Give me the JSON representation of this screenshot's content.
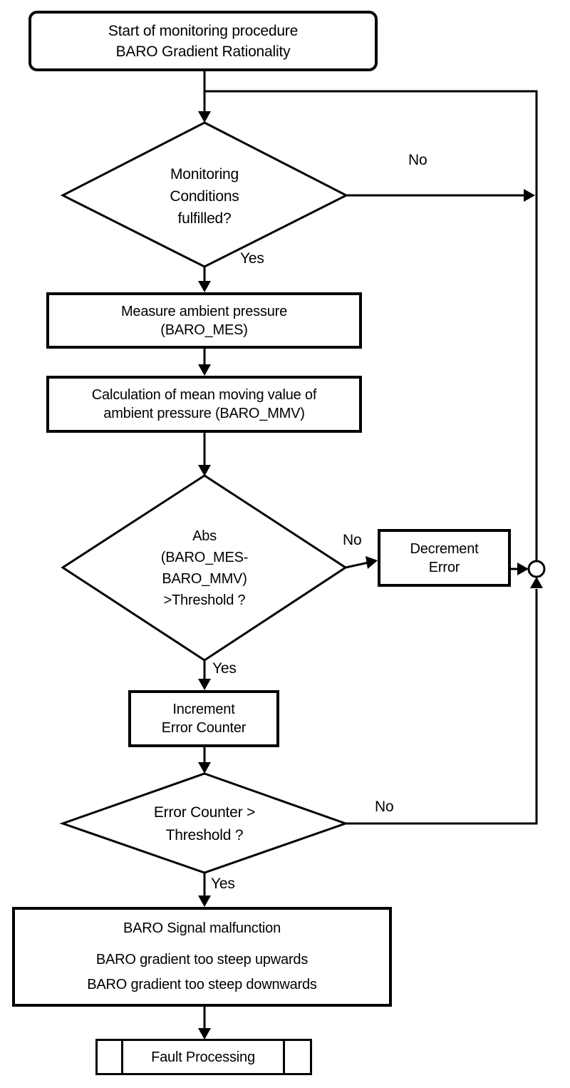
{
  "figure": {
    "background": "#ffffff",
    "line_color": "#000000",
    "text_color": "#000000"
  },
  "nodes": {
    "start": {
      "shape": "rounded-rect",
      "lines": [
        "Start of monitoring procedure",
        "BARO Gradient Rationality"
      ]
    },
    "monitoring_decision": {
      "shape": "diamond",
      "lines": [
        "Monitoring",
        "Conditions",
        "fulfilled?"
      ]
    },
    "measure": {
      "shape": "rect",
      "lines": [
        "Measure ambient pressure",
        "(BARO_MES)"
      ]
    },
    "calculation": {
      "shape": "rect",
      "lines": [
        "Calculation of mean moving value of",
        "ambient pressure (BARO_MMV)"
      ]
    },
    "abs_decision": {
      "shape": "diamond",
      "lines": [
        "Abs",
        "(BARO_MES-",
        "BARO_MMV)",
        ">Threshold ?"
      ]
    },
    "decrement": {
      "shape": "rect",
      "lines": [
        "Decrement",
        "Error"
      ]
    },
    "increment": {
      "shape": "rect",
      "lines": [
        "Increment",
        "Error Counter"
      ]
    },
    "counter_decision": {
      "shape": "diamond",
      "lines": [
        "Error Counter >",
        "Threshold ?"
      ]
    },
    "malfunction": {
      "shape": "rect",
      "lines": [
        "BARO Signal malfunction",
        "BARO gradient too steep upwards",
        "BARO gradient too steep downwards"
      ]
    },
    "fault_processing": {
      "shape": "predefined-process",
      "lines": [
        "Fault Processing"
      ]
    },
    "junction": {
      "shape": "connector-circle",
      "lines": []
    }
  },
  "edges": [
    {
      "from": "start",
      "to": "monitoring_decision",
      "label": ""
    },
    {
      "from": "monitoring_decision",
      "to": "junction_feedback_line",
      "label": "No"
    },
    {
      "from": "monitoring_decision",
      "to": "measure",
      "label": "Yes"
    },
    {
      "from": "measure",
      "to": "calculation",
      "label": ""
    },
    {
      "from": "calculation",
      "to": "abs_decision",
      "label": ""
    },
    {
      "from": "abs_decision",
      "to": "decrement",
      "label": "No"
    },
    {
      "from": "abs_decision",
      "to": "increment",
      "label": "Yes"
    },
    {
      "from": "decrement",
      "to": "junction",
      "label": ""
    },
    {
      "from": "increment",
      "to": "counter_decision",
      "label": ""
    },
    {
      "from": "counter_decision",
      "to": "junction",
      "label": "No"
    },
    {
      "from": "counter_decision",
      "to": "malfunction",
      "label": "Yes"
    },
    {
      "from": "malfunction",
      "to": "fault_processing",
      "label": ""
    },
    {
      "from": "junction",
      "to": "monitoring_decision",
      "label": ""
    }
  ]
}
